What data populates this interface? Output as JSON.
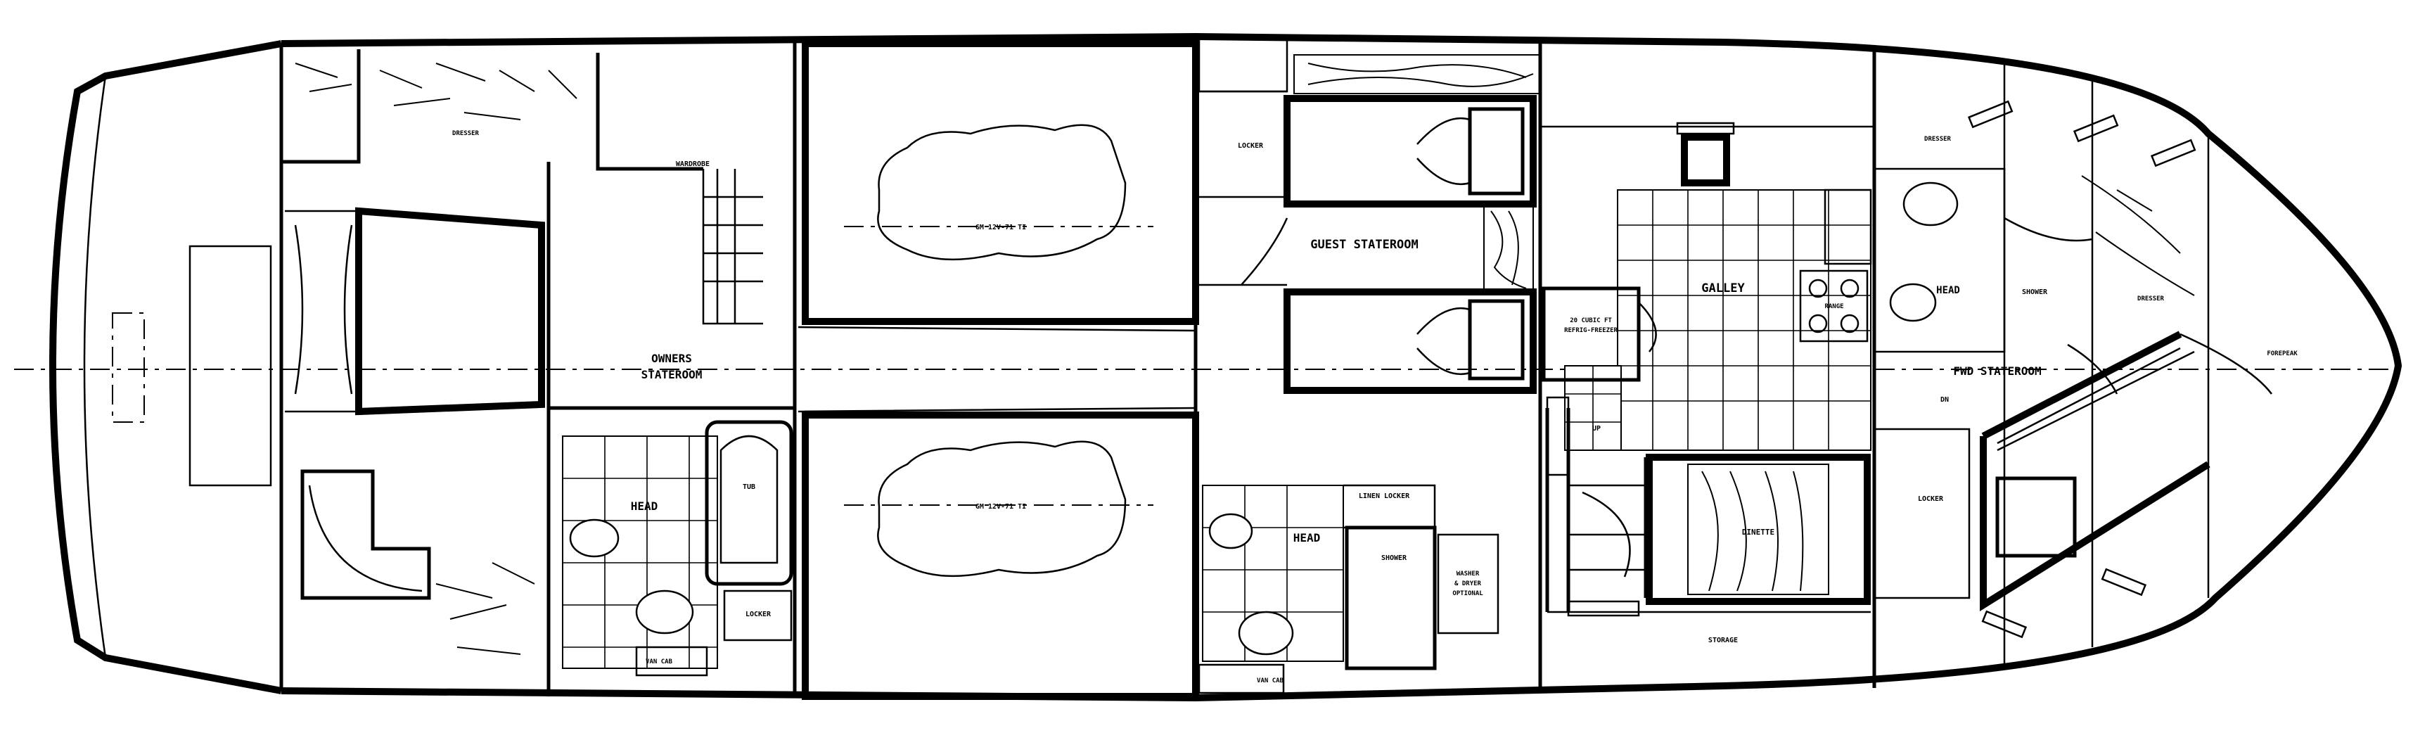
{
  "labels": {
    "owners_stateroom": [
      "OWNERS",
      "STATEROOM"
    ],
    "guest_stateroom": "GUEST STATEROOM",
    "fwd_stateroom": "FWD STATEROOM",
    "galley": "GALLEY",
    "head": "HEAD",
    "tub": "TUB",
    "shower": "SHOWER",
    "dinette": "DINETTE",
    "storage": "STORAGE",
    "locker": "LOCKER",
    "linen_locker": "LINEN LOCKER",
    "wardrobe": "WARDROBE",
    "dresser": "DRESSER",
    "range": "RANGE",
    "forepeak": "FOREPEAK",
    "vanity": "VAN CAB",
    "engine": "GM 12V-71 TI",
    "refrigerator": [
      "20 CUBIC FT",
      "REFRIG-FREEZER"
    ],
    "washer_dryer": [
      "WASHER",
      "& DRYER",
      "OPTIONAL"
    ],
    "up": "UP",
    "dn": "DN"
  },
  "colors": {
    "ink": "#000000",
    "paper": "#ffffff"
  }
}
